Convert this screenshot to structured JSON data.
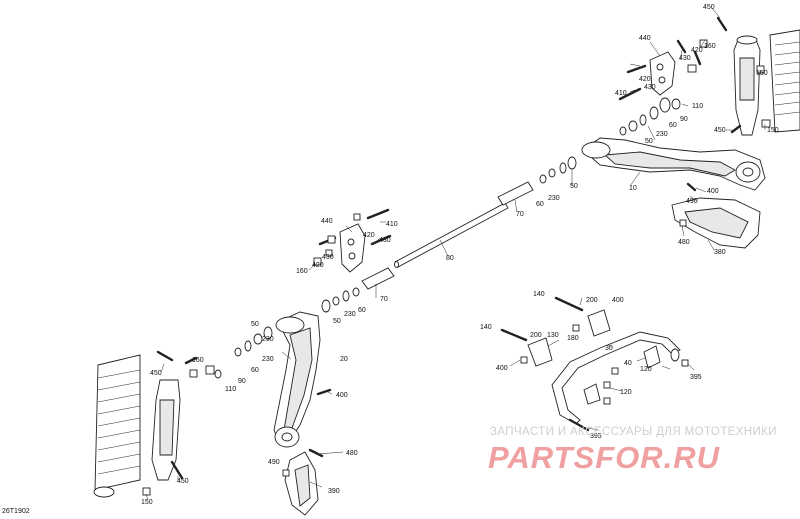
{
  "diagram": {
    "code": "26T1902",
    "watermark_line1": "ЗАПЧАСТИ И АКСЕССУАРЫ ДЛЯ МОТОТЕХНИКИ",
    "watermark_line2": "PARTSFOR.RU",
    "watermark_color": "#f0a0a0"
  },
  "labels": {
    "p450_top": "450",
    "p440_top": "440",
    "p160_top": "160",
    "p420_top": "420",
    "p430_top": "430",
    "p410_top": "410",
    "p150_r1": "150",
    "p110_top": "110",
    "p60_top": "60",
    "p90_top": "90",
    "p450_r2": "450",
    "p150_r2": "150",
    "p230_top": "230",
    "p50_top": "50",
    "p10": "10",
    "p400_top": "400",
    "p490_top": "490",
    "p480_top": "480",
    "p380": "380",
    "p70_top": "70",
    "p60_mid": "60",
    "p230_mid": "230",
    "p50_mid": "50",
    "p440_left": "440",
    "p410_left": "410",
    "p420_left": "420",
    "p430_left": "430",
    "p160_left": "160",
    "p80": "80",
    "p70_left": "70",
    "p60_left": "60",
    "p230_left": "230",
    "p50_left": "50",
    "p50_arm": "50",
    "p20": "20",
    "p230_arm": "230",
    "p60_arm": "60",
    "p110_left": "110",
    "p90_left": "90",
    "p400_left": "400",
    "p450_left": "450",
    "p160_left2": "160",
    "p480_left": "480",
    "p490_left": "490",
    "p390": "390",
    "p150_left": "150",
    "p450_bot": "450",
    "p140_a": "140",
    "p200_a": "200",
    "p400_a": "400",
    "p180": "180",
    "p140_b": "140",
    "p200_b": "200",
    "p130": "130",
    "p400_b": "400",
    "p30": "30",
    "p40": "40",
    "p120_a": "120",
    "p395_a": "395",
    "p120_b": "120",
    "p395_b": "395"
  }
}
